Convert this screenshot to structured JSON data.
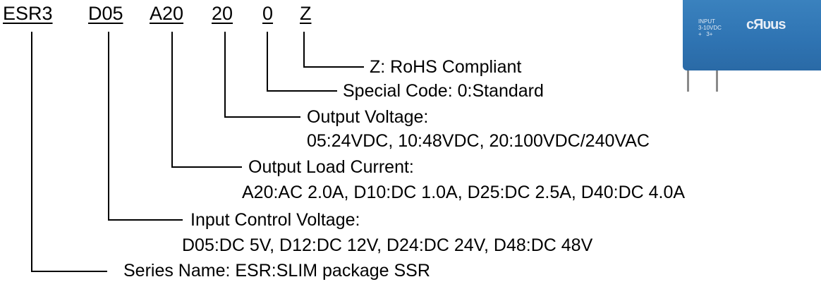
{
  "part_number": {
    "series": "ESR3",
    "input_voltage": "D05",
    "load_current": "A20",
    "output_voltage": "20",
    "special": "0",
    "rohs": "Z"
  },
  "descriptions": {
    "rohs": "Z: RoHS Compliant",
    "special": "Special Code: 0:Standard",
    "output_voltage_title": "Output Voltage:",
    "output_voltage_options": "05:24VDC, 10:48VDC, 20:100VDC/240VAC",
    "load_current_title": "Output Load Current:",
    "load_current_options": "A20:AC 2.0A, D10:DC 1.0A, D25:DC 2.5A, D40:DC 4.0A",
    "input_voltage_title": "Input Control Voltage:",
    "input_voltage_options": "D05:DC 5V, D12:DC 12V, D24:DC 24V, D48:DC 48V",
    "series": "Series Name: ESR:SLIM package SSR"
  },
  "product_photo": {
    "input_label": "INPUT\n3-10VDC\n+   3+",
    "mark": "cЯυus",
    "body_color": "#2f74b3"
  },
  "colors": {
    "text": "#000000",
    "background": "#ffffff"
  }
}
